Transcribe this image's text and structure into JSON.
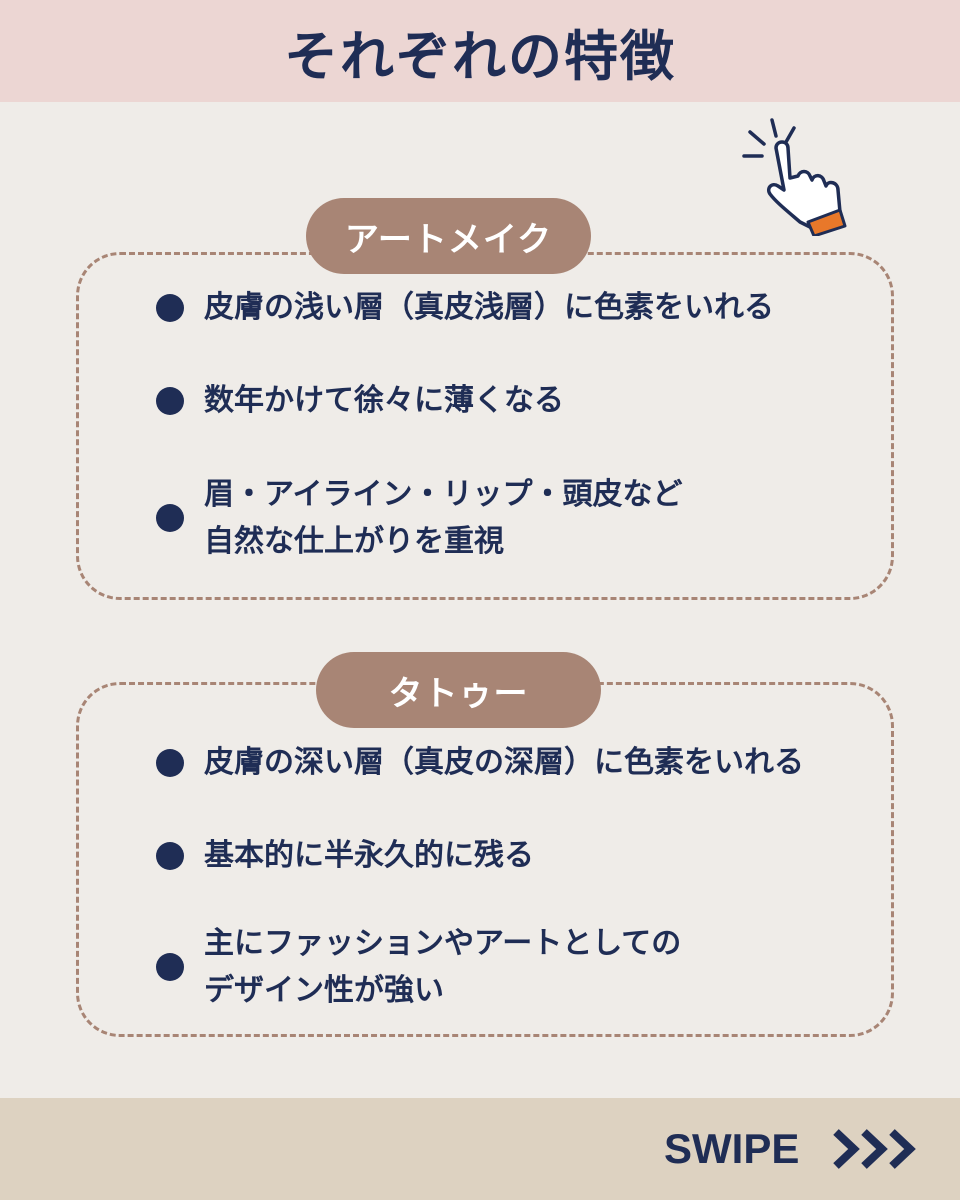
{
  "header": {
    "title": "それぞれの特徴"
  },
  "sections": [
    {
      "title": "アートメイク",
      "items": [
        {
          "lines": [
            "皮膚の浅い層（真皮浅層）に色素をいれる"
          ]
        },
        {
          "lines": [
            "数年かけて徐々に薄くなる"
          ]
        },
        {
          "lines": [
            "眉・アイライン・リップ・頭皮など",
            "自然な仕上がりを重視"
          ]
        }
      ]
    },
    {
      "title": "タトゥー",
      "items": [
        {
          "lines": [
            "皮膚の深い層（真皮の深層）に色素をいれる"
          ]
        },
        {
          "lines": [
            "基本的に半永久的に残る"
          ]
        },
        {
          "lines": [
            "主にファッションやアートとしての",
            "デザイン性が強い"
          ]
        }
      ]
    }
  ],
  "footer": {
    "swipe_label": "SWIPE",
    "arrows_icon": "triple-chevron-right-icon"
  },
  "icons": {
    "pointer": "tap-hand-icon"
  },
  "colors": {
    "navy": "#1f2d55",
    "brown": "#a88575",
    "header_bg": "#ecd6d3",
    "body_bg": "#efece8",
    "footer_bg": "#ddd2c1",
    "cuff": "#e8782a"
  }
}
